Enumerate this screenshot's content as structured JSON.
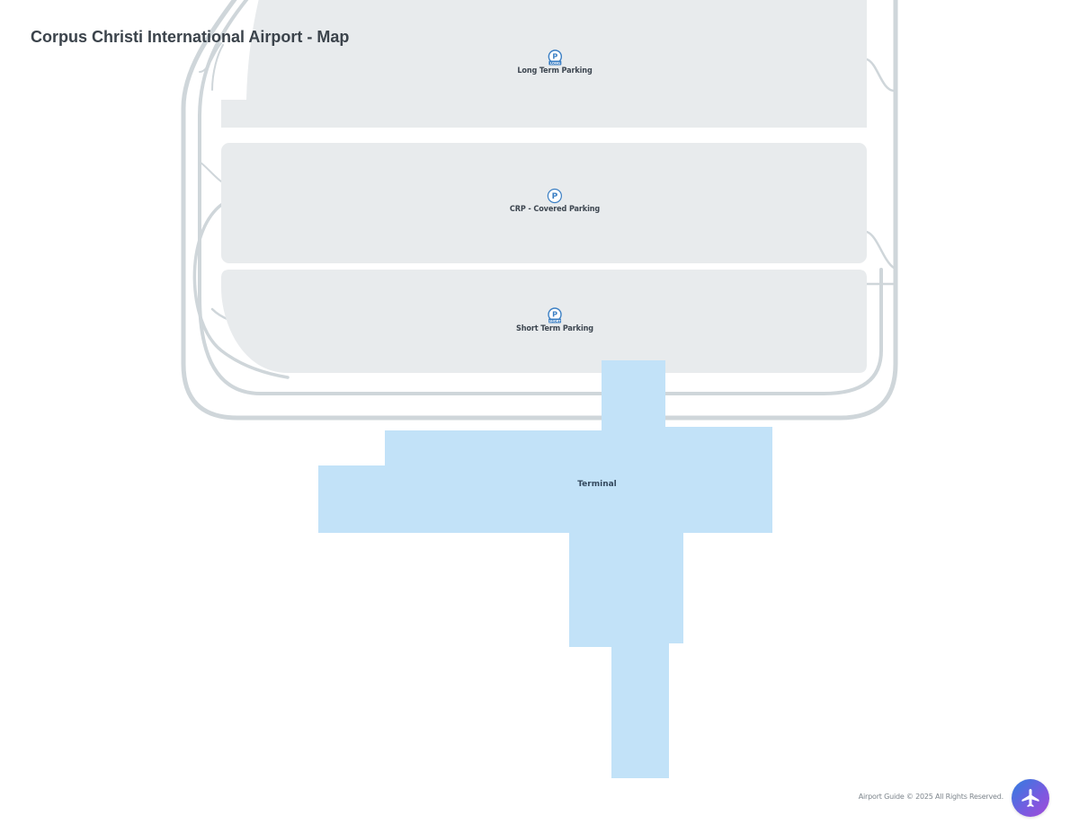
{
  "header": {
    "title": "Corpus Christi International Airport - Map"
  },
  "map": {
    "colors": {
      "road": "#cfd6da",
      "parking_fill": "#e8ebed",
      "terminal_fill": "#c2e2f8",
      "label_text": "#3d4650",
      "icon_accent": "#3b7fc4"
    },
    "parking_lots": [
      {
        "id": "long-term",
        "label": "Long Term Parking",
        "icon": "parking-long-icon",
        "badge": "LONG"
      },
      {
        "id": "covered",
        "label": "CRP - Covered Parking",
        "icon": "parking-icon",
        "badge": ""
      },
      {
        "id": "short-term",
        "label": "Short Term Parking",
        "icon": "parking-short-icon",
        "badge": "SHORT"
      }
    ],
    "terminal": {
      "label": "Terminal"
    }
  },
  "footer": {
    "copyright": "Airport Guide © 2025 All Rights Reserved.",
    "fab_icon": "airplane-icon"
  }
}
